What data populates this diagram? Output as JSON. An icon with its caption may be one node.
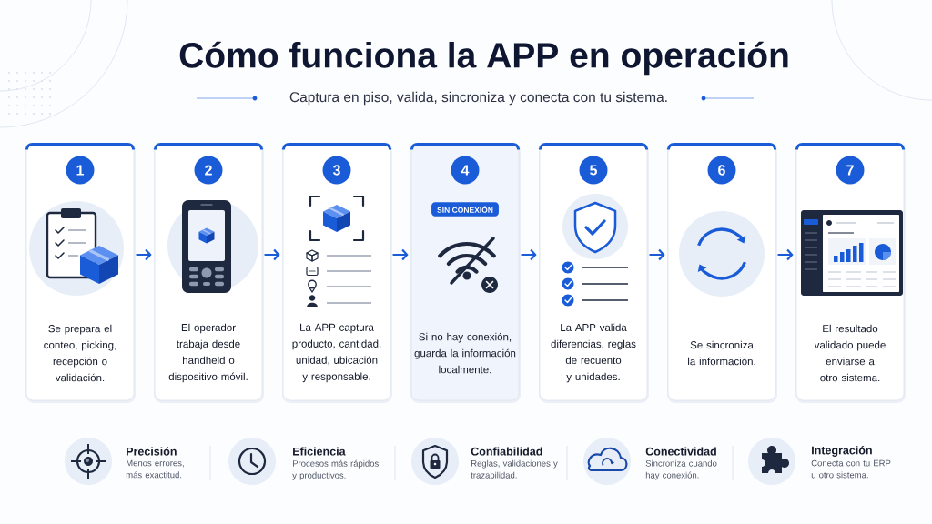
{
  "diagram": {
    "title": "Cómo funciona la APP en operación",
    "nodes": [
      {
        "text": [
          "Se prepara el conteo, picking, recepción o validación."
        ]
      },
      {
        "text": [
          "1"
        ],
        "in": 0
      },
      {
        "text": [
          "El operador trabaja desde handheld o dispositivo móvil."
        ]
      },
      {
        "text": [
          "2"
        ],
        "in": 2
      },
      {
        "text": [
          "La APP captura producto, cantidad, unidad, ubicación y responsable."
        ]
      },
      {
        "text": [
          "3"
        ],
        "in": 4
      },
      {
        "text": [
          "Si no hay conexión, guarda la información localmente."
        ]
      },
      {
        "text": [
          "4"
        ],
        "in": 6
      },
      {
        "text": [
          "SIN CONEXIÓN"
        ],
        "in": 6
      },
      {
        "text": [
          "La APP valida diferencias, reglas de recuento y unidades."
        ]
      },
      {
        "text": [
          "5"
        ],
        "in": 9
      },
      {
        "text": [
          "Se sincroniza la información."
        ]
      },
      {
        "text": [
          "6"
        ],
        "in": 11
      },
      {
        "text": [
          "El resultado validado puede enviarse a otro sistema."
        ]
      },
      {
        "text": [
          "7"
        ],
        "in": 13
      }
    ],
    "edges": [
      {
        "from": 0,
        "to": 2,
        "arrow": "to"
      },
      {
        "from": 2,
        "to": 4,
        "arrow": "to"
      },
      {
        "from": 4,
        "to": 6,
        "arrow": "to"
      },
      {
        "from": 6,
        "to": 9,
        "arrow": "to"
      },
      {
        "from": 9,
        "to": 11,
        "arrow": "to"
      },
      {
        "from": 11,
        "to": 13,
        "arrow": "to"
      }
    ],
    "labels": [
      "Captura en piso, valida, sincroniza y conecta con tu sistema.",
      "Precisión",
      "Menos errores, más exactitud.",
      "Eficiencia",
      "Procesos más rápidos y productivos.",
      "Confiabilidad",
      "Reglas, validaciones y trazabilidad.",
      "Conectividad",
      "Sincroniza cuando hay conexión.",
      "Integración",
      "Conecta con tu ERP u otro sistema."
    ]
  }
}
